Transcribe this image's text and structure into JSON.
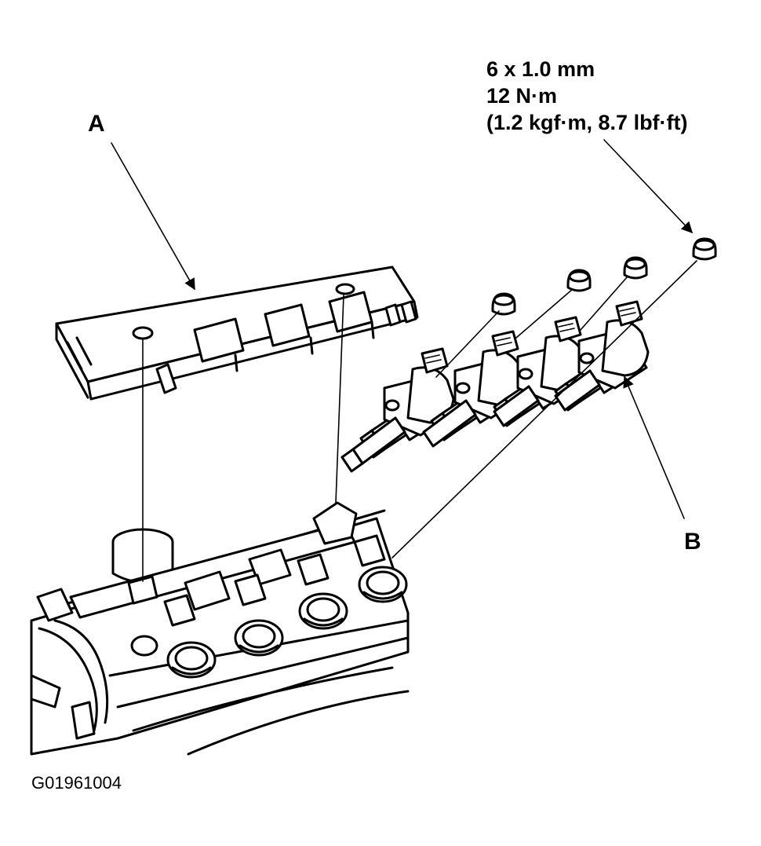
{
  "callouts": {
    "a": "A",
    "b": "B"
  },
  "fastener_spec": {
    "size": "6 x 1.0 mm",
    "torque": "12 N·m",
    "torque_alt": "(1.2 kgf·m, 8.7 lbf·ft)"
  },
  "figure_id": "G01961004"
}
